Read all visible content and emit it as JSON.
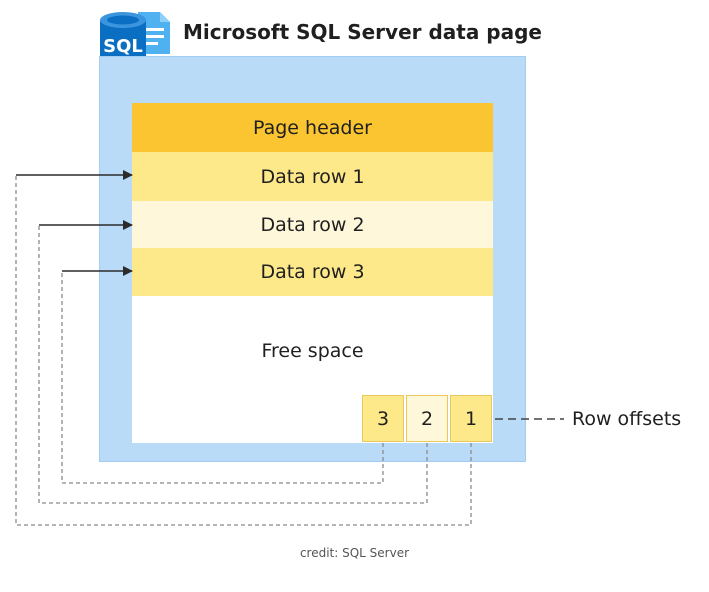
{
  "title": "Microsoft SQL Server data page",
  "icon": {
    "name": "sql-database-icon",
    "label": "SQL",
    "colors": {
      "cylinder": "#0a6fc2",
      "document": "#50b1f0"
    }
  },
  "page": {
    "header": "Page header",
    "rows": [
      "Data row 1",
      "Data row 2",
      "Data row 3"
    ],
    "free_space": "Free space",
    "offset_slots": [
      "3",
      "2",
      "1"
    ],
    "offsets_label": "Row offsets"
  },
  "colors": {
    "page_outer": "#b9dbf7",
    "page_header": "#fbc531",
    "row_dark": "#fde88a",
    "row_light": "#fff7da"
  },
  "credit": "credit: SQL Server"
}
